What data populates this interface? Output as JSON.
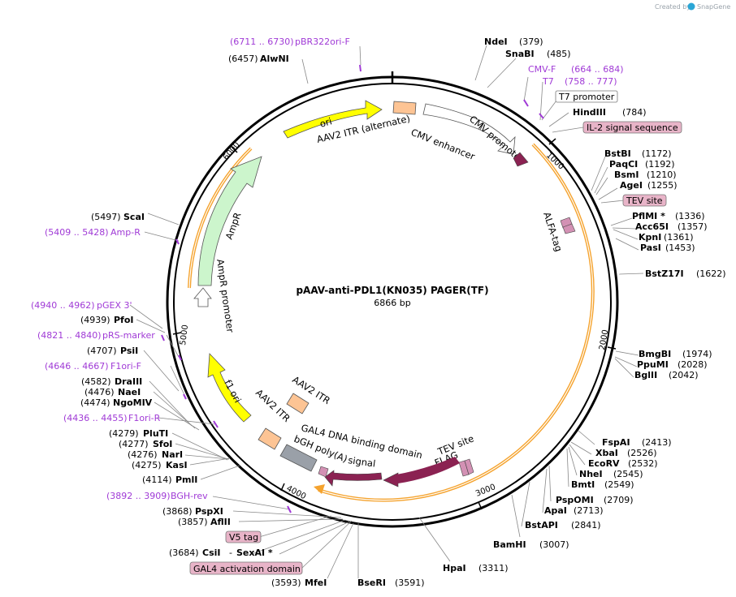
{
  "credit": {
    "created_by": "Created by",
    "brand": "SnapGene"
  },
  "plasmid": {
    "name": "pAAV-anti-PDL1(KN035) PAGER(TF)",
    "length": "6866 bp"
  },
  "ticks": [
    "1000",
    "2000",
    "3000",
    "4000",
    "5000",
    "6000"
  ],
  "sites": [
    {
      "name": "NdeI",
      "pos": "(379)"
    },
    {
      "name": "SnaBI",
      "pos": "(485)"
    },
    {
      "name": "HindIII",
      "pos": "(784)"
    },
    {
      "name": "BstBI",
      "pos": "(1172)"
    },
    {
      "name": "PaqCI",
      "pos": "(1192)"
    },
    {
      "name": "BsmI",
      "pos": "(1210)"
    },
    {
      "name": "AgeI",
      "pos": "(1255)"
    },
    {
      "name": "PflMI *",
      "pos": "(1336)"
    },
    {
      "name": "Acc65I",
      "pos": "(1357)"
    },
    {
      "name": "KpnI",
      "pos": "(1361)"
    },
    {
      "name": "PasI",
      "pos": "(1453)"
    },
    {
      "name": "BstZ17I",
      "pos": "(1622)"
    },
    {
      "name": "BmgBI",
      "pos": "(1974)"
    },
    {
      "name": "PpuMI",
      "pos": "(2028)"
    },
    {
      "name": "BglII",
      "pos": "(2042)"
    },
    {
      "name": "FspAI",
      "pos": "(2413)"
    },
    {
      "name": "XbaI",
      "pos": "(2526)"
    },
    {
      "name": "EcoRV",
      "pos": "(2532)"
    },
    {
      "name": "NheI",
      "pos": "(2545)"
    },
    {
      "name": "BmtI",
      "pos": "(2549)"
    },
    {
      "name": "PspOMI",
      "pos": "(2709)"
    },
    {
      "name": "ApaI",
      "pos": "(2713)"
    },
    {
      "name": "BstAPI",
      "pos": "(2841)"
    },
    {
      "name": "BamHI",
      "pos": "(3007)"
    },
    {
      "name": "HpaI",
      "pos": "(3311)"
    },
    {
      "name": "BseRI",
      "pos": "(3591)"
    },
    {
      "name": "MfeI",
      "pos": "(3593)"
    },
    {
      "name": "CsiI",
      "pos": "(3684)"
    },
    {
      "name": "SexAI *",
      "pos": ""
    },
    {
      "name": "AflII",
      "pos": "(3857)"
    },
    {
      "name": "PspXI",
      "pos": "(3868)"
    },
    {
      "name": "PmlI",
      "pos": "(4114)"
    },
    {
      "name": "KasI",
      "pos": "(4275)"
    },
    {
      "name": "NarI",
      "pos": "(4276)"
    },
    {
      "name": "SfoI",
      "pos": "(4277)"
    },
    {
      "name": "PluTI",
      "pos": "(4279)"
    },
    {
      "name": "NgoMIV",
      "pos": "(4474)"
    },
    {
      "name": "NaeI",
      "pos": "(4476)"
    },
    {
      "name": "DraIII",
      "pos": "(4582)"
    },
    {
      "name": "PsiI",
      "pos": "(4707)"
    },
    {
      "name": "PfoI",
      "pos": "(4939)"
    },
    {
      "name": "ScaI",
      "pos": "(5497)"
    },
    {
      "name": "AlwNI",
      "pos": "(6457)"
    }
  ],
  "primers": [
    {
      "name": "pBR322ori-F",
      "range": "(6711 .. 6730)"
    },
    {
      "name": "CMV-F",
      "range": "(664 .. 684)"
    },
    {
      "name": "T7",
      "range": "(758 .. 777)"
    },
    {
      "name": "Amp-R",
      "range": "(5409 .. 5428)"
    },
    {
      "name": "pGEX 3'",
      "range": "(4940 .. 4962)"
    },
    {
      "name": "pRS-marker",
      "range": "(4821 .. 4840)"
    },
    {
      "name": "F1ori-F",
      "range": "(4646 .. 4667)"
    },
    {
      "name": "F1ori-R",
      "range": "(4436 .. 4455)"
    },
    {
      "name": "BGH-rev",
      "range": "(3892 .. 3909)"
    }
  ],
  "boxed": {
    "t7_promoter": "T7 promoter",
    "il2": "IL-2 signal sequence",
    "tev": "TEV site",
    "v5": "V5 tag",
    "gal4_act": "GAL4 activation domain"
  },
  "features": {
    "ori": "ori",
    "aav2_itr_alt": "AAV2 ITR (alternate)",
    "cmv_enhancer": "CMV enhancer",
    "cmv_promoter": "CMV promoter",
    "alfa_tag": "ALFA-tag",
    "tev_site": "TEV site",
    "flag": "FLAG",
    "gal4_dbd_1": "GAL4 DNA binding domain",
    "bgh_1": "bGH poly(A)",
    "bgh_2": "signal",
    "aav2_itr_a": "AAV2 ITR",
    "aav2_itr_b": "AAV2 ITR",
    "f1_ori": "f1 ori",
    "ampr_promoter": "AmpR promoter",
    "ampr": "AmpR"
  },
  "colors": {
    "ori": "#ffff00",
    "ampr": "#ccf5cc",
    "itr": "#fdc494",
    "feature_dark": "#8b2252",
    "feature_pink": "#d391b4",
    "orf_orange": "#f5a32e",
    "bgh_gray": "#9aa0a8",
    "primer": "#a03ad6",
    "boxed_pink": "#e8b4c8"
  }
}
